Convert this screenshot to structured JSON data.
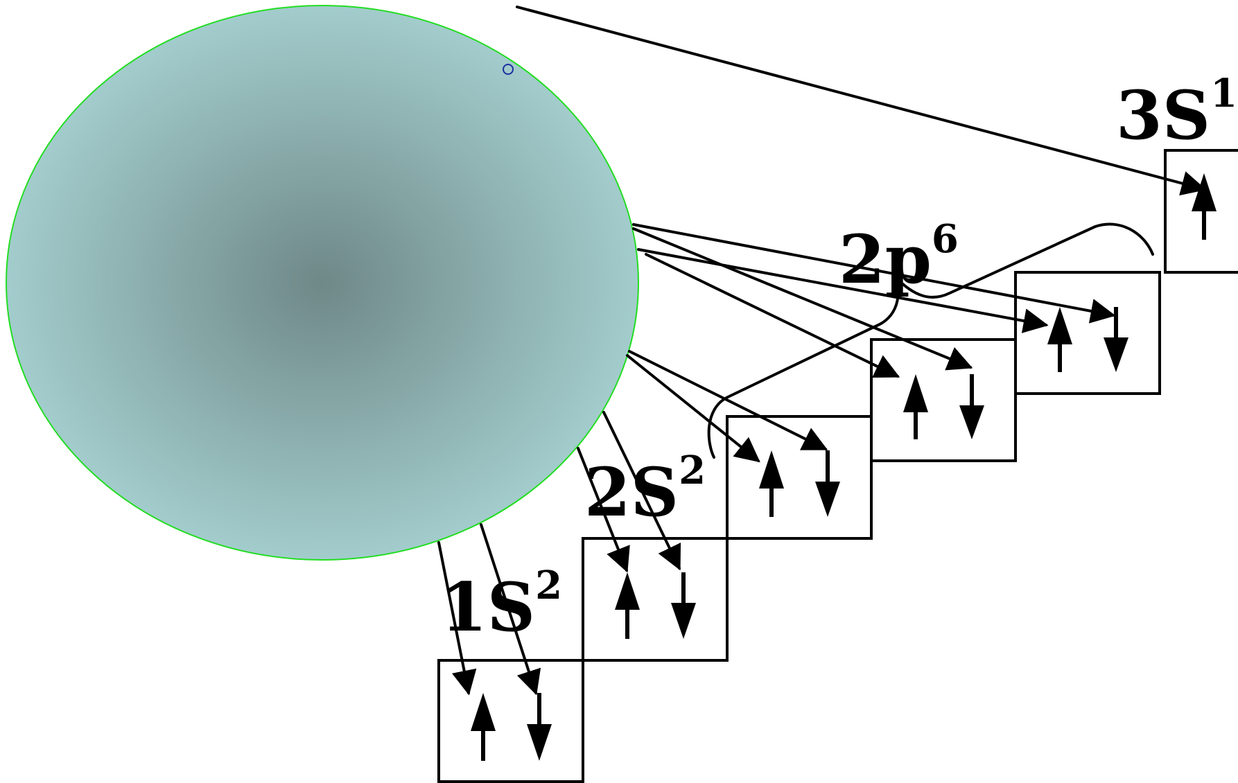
{
  "colors": {
    "nucleus_center": "#6f8888",
    "nucleus_edge": "#a3cccc",
    "nucleus_outline": "#22dd22",
    "stroke": "#000000",
    "marker": "#1a2fa0"
  },
  "labels": {
    "s1": {
      "main": "1S",
      "sup": "2"
    },
    "s2": {
      "main": "2S",
      "sup": "2"
    },
    "p2": {
      "main": "2p",
      "sup": "6"
    },
    "s3": {
      "main": "3S",
      "sup": "1"
    }
  },
  "orbitals": [
    {
      "id": "1s",
      "spins": [
        "up",
        "down"
      ]
    },
    {
      "id": "2s",
      "spins": [
        "up",
        "down"
      ]
    },
    {
      "id": "2p-a",
      "spins": [
        "up",
        "down"
      ]
    },
    {
      "id": "2p-b",
      "spins": [
        "up",
        "down"
      ]
    },
    {
      "id": "2p-c",
      "spins": [
        "up",
        "down"
      ]
    },
    {
      "id": "3s",
      "spins": [
        "up"
      ]
    }
  ]
}
